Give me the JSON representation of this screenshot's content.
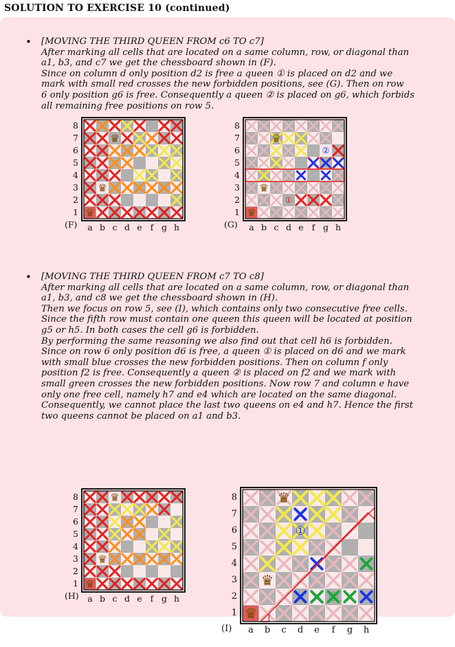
{
  "heading": "SOLUTION TO EXERCISE 10 (continued)",
  "section1": {
    "lines": [
      "[MOVING THE THIRD QUEEN FROM c6 TO c7]",
      "After marking all cells that are located on a same column, row, or diagonal than",
      "a1, b3, and c7 we get the chessboard shown in (F).",
      "Since on column d only position d2 is free a queen ① is placed on d2 and we",
      "mark with small red crosses the new forbidden positions, see (G). Then on row",
      "6 only position g6 is free. Consequently a queen ② is placed on g6, which forbids",
      "all remaining free positions on row 5."
    ]
  },
  "section2": {
    "lines": [
      "[MOVING THE THIRD QUEEN FROM c7 TO c8]",
      "After marking all cells that are located on a same column, row, or diagonal than",
      "a1, b3, and c8 we get the chessboard shown in (H).",
      "Then we focus on row 5, see (I), which contains only two consecutive free cells.",
      "Since the fifth row must contain one queen this queen will be located at position",
      "g5 or h5. In both cases the cell g6 is forbidden.",
      "By performing the same reasoning we also find out that cell h6 is forbidden.",
      "Since on row 6 only position d6 is free, a queen ① is placed on d6 and we mark",
      "with small blue crosses the new forbidden positions. Then on column f only",
      "position f2 is free. Consequently a queen ② is placed on f2 and we mark with",
      "small green crosses the new forbidden positions. Now row 7 and column e have",
      "only one free cell, namely h7 and e4 which are located on the same diagonal.",
      "Consequently, we cannot place the last two queens on e4 and h7. Hence the first",
      "two queens cannot be placed on a1 and b3."
    ]
  },
  "boards": {
    "F": {
      "label": "(F)",
      "files": [
        "a",
        "b",
        "c",
        "d",
        "e",
        "f",
        "g",
        "h"
      ],
      "ranks": [
        "8",
        "7",
        "6",
        "5",
        "4",
        "3",
        "2",
        "1"
      ]
    },
    "G": {
      "label": "(G)",
      "files": [
        "a",
        "b",
        "c",
        "d",
        "e",
        "f",
        "g",
        "h"
      ],
      "ranks": [
        "8",
        "7",
        "6",
        "5",
        "4",
        "3",
        "2",
        "1"
      ],
      "marker1": "①",
      "marker2": "②"
    },
    "H": {
      "label": "(H)",
      "files": [
        "a",
        "b",
        "c",
        "d",
        "e",
        "f",
        "g",
        "h"
      ],
      "ranks": [
        "8",
        "7",
        "6",
        "5",
        "4",
        "3",
        "2",
        "1"
      ]
    },
    "I": {
      "label": "(I)",
      "files": [
        "a",
        "b",
        "c",
        "d",
        "e",
        "f",
        "g",
        "h"
      ],
      "ranks": [
        "8",
        "7",
        "6",
        "5",
        "4",
        "3",
        "2",
        "1"
      ],
      "marker1": "①",
      "marker2": "②"
    }
  },
  "colors": {
    "panel": "#fde3e6",
    "light_square": "#ffffff",
    "dark_square": "#b3b3b3",
    "cross_red": "#e62020",
    "cross_orange": "#ff8c1a",
    "cross_yellow": "#f2e94a",
    "cross_blue": "#1a35e6",
    "cross_green": "#1aa83a"
  }
}
